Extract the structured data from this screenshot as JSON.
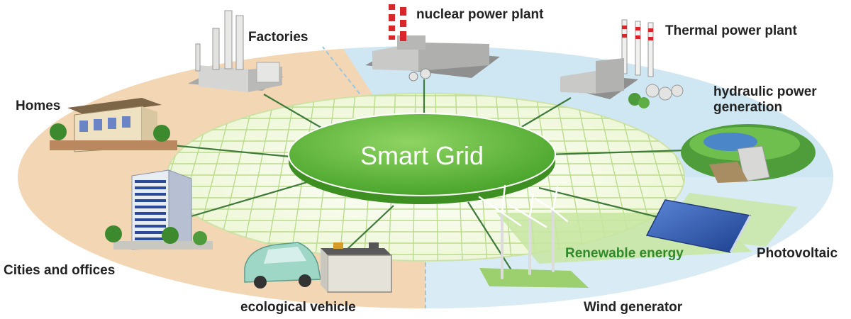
{
  "center": {
    "title": "Smart Grid"
  },
  "nodes": [
    {
      "id": "nuclear",
      "label": "nuclear power plant",
      "icon": "nuclear-plant-icon"
    },
    {
      "id": "thermal",
      "label": "Thermal power plant",
      "icon": "thermal-plant-icon"
    },
    {
      "id": "hydro",
      "label": "hydraulic power generation",
      "icon": "hydro-dam-icon"
    },
    {
      "id": "pv",
      "label": "Photovoltaic",
      "icon": "solar-panel-icon"
    },
    {
      "id": "wind",
      "label": "Wind generator",
      "icon": "wind-turbine-icon"
    },
    {
      "id": "ev",
      "label": "ecological vehicle",
      "icon": "electric-car-icon"
    },
    {
      "id": "cities",
      "label": "Cities and offices",
      "icon": "office-building-icon"
    },
    {
      "id": "homes",
      "label": "Homes",
      "icon": "house-icon"
    },
    {
      "id": "factories",
      "label": "Factories",
      "icon": "factory-icon"
    }
  ],
  "sectors": {
    "renewable_label": "Renewable energy"
  },
  "colors": {
    "hub_green": "#5fb83a",
    "hub_dark": "#3d8f22",
    "grid_green": "#b9dc8e",
    "consumer_ring": "#f3d6b4",
    "supply_ring": "#cfe7f3",
    "renewable_patch": "#c7e6a1",
    "label_green": "#2f8a2a"
  }
}
